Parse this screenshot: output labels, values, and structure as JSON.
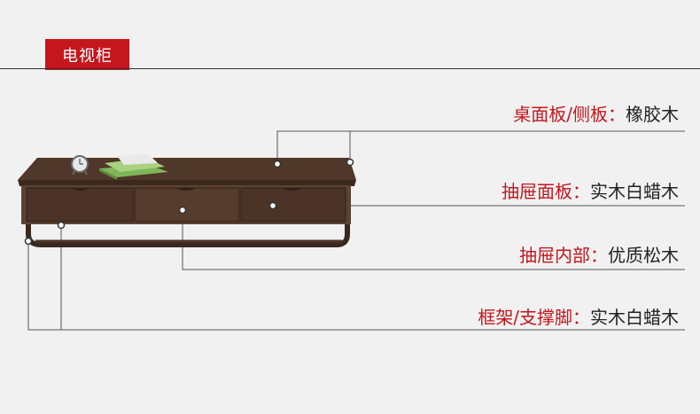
{
  "header": {
    "badge_label": "电视柜"
  },
  "specs": [
    {
      "part": "桌面板/侧板",
      "separator": "：",
      "material": "橡胶木"
    },
    {
      "part": "抽屉面板",
      "separator": "：",
      "material": "实木白蜡木"
    },
    {
      "part": "抽屉内部",
      "separator": "：",
      "material": "优质松木"
    },
    {
      "part": "框架/支撑脚",
      "separator": "：",
      "material": "实木白蜡木"
    }
  ],
  "colors": {
    "accent": "#c4161c",
    "background": "#f1f1f1",
    "wood_dark": "#4a3326",
    "wood_mid": "#5d4232"
  }
}
